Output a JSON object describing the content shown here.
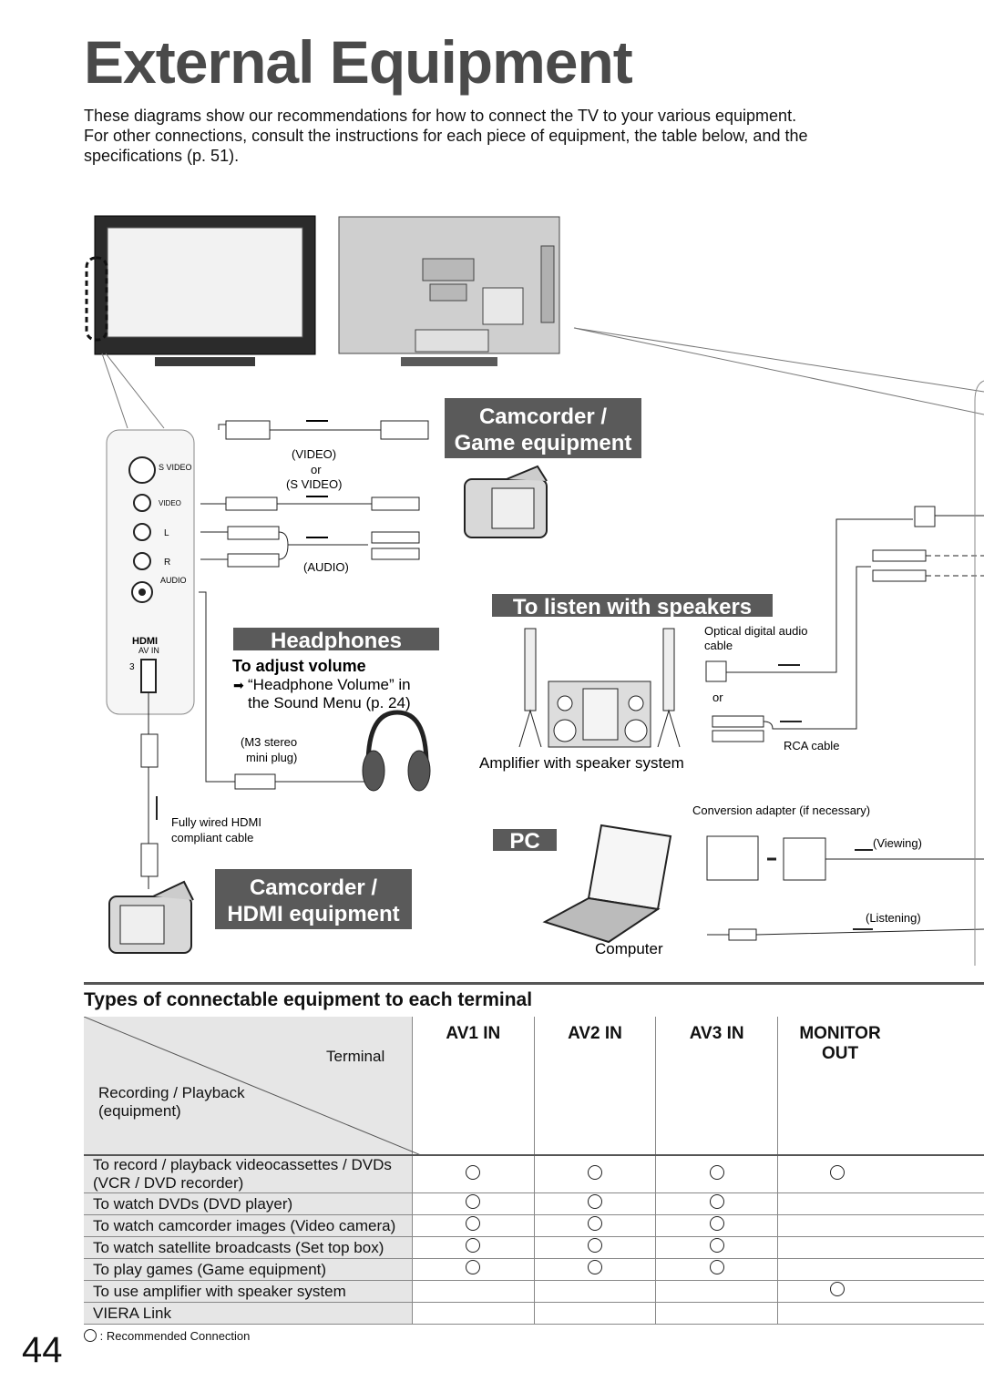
{
  "page": {
    "title": "External Equipment",
    "intro": [
      "These diagrams show our recommendations for how to connect the TV to your various equipment.",
      "For other connections, consult the instructions for each piece of equipment, the table below, and the",
      "specifications (p. 51)."
    ],
    "page_number": "44"
  },
  "diagram": {
    "side_panel": {
      "s_video_label": "S VIDEO",
      "video_label": "VIDEO",
      "l_label": "L",
      "r_label": "R",
      "audio_label": "AUDIO",
      "hdmi_logo": "HDMI",
      "av_in_label": "AV IN",
      "port_number": "3"
    },
    "cable_labels": {
      "video": "(VIDEO)",
      "or": "or",
      "s_video": "(S VIDEO)",
      "audio": "(AUDIO)",
      "m3_line1": "(M3 stereo",
      "m3_line2": "mini plug)",
      "hdmi_line1": "Fully wired HDMI",
      "hdmi_line2": "compliant cable",
      "optical_line1": "Optical digital audio",
      "optical_line2": "cable",
      "or2": "or",
      "rca": "RCA cable",
      "amp": "Amplifier with speaker system",
      "conversion": "Conversion adapter (if necessary)",
      "viewing": "(Viewing)",
      "listening": "(Listening)",
      "computer": "Computer"
    },
    "sections": {
      "camcorder_game_line1": "Camcorder /",
      "camcorder_game_line2": "Game equipment",
      "speakers": "To listen with speakers",
      "headphones": "Headphones",
      "adjust_title": "To adjust volume",
      "adjust_line1": "“Headphone Volume” in",
      "adjust_line2": "the Sound Menu (p. 24)",
      "pc": "PC",
      "camcorder_hdmi_line1": "Camcorder /",
      "camcorder_hdmi_line2": "HDMI equipment"
    }
  },
  "table": {
    "title": "Types of connectable equipment to each terminal",
    "corner_terminal": "Terminal",
    "corner_equipment_line1": "Recording / Playback",
    "corner_equipment_line2": "(equipment)",
    "columns": [
      "AV1 IN",
      "AV2 IN",
      "AV3 IN",
      "MONITOR OUT"
    ],
    "rows": [
      {
        "label": "To record / playback videocassettes / DVDs",
        "label2": "(VCR / DVD recorder)",
        "marks": [
          true,
          true,
          true,
          true
        ]
      },
      {
        "label": "To watch DVDs (DVD player)",
        "label2": "",
        "marks": [
          true,
          true,
          true,
          false
        ]
      },
      {
        "label": "To watch camcorder images (Video camera)",
        "label2": "",
        "marks": [
          true,
          true,
          true,
          false
        ]
      },
      {
        "label": "To watch satellite broadcasts (Set top box)",
        "label2": "",
        "marks": [
          true,
          true,
          true,
          false
        ]
      },
      {
        "label": "To play games (Game equipment)",
        "label2": "",
        "marks": [
          true,
          true,
          true,
          false
        ]
      },
      {
        "label": "To use amplifier with speaker system",
        "label2": "",
        "marks": [
          false,
          false,
          false,
          true
        ]
      },
      {
        "label": "VIERA Link",
        "label2": "",
        "marks": [
          false,
          false,
          false,
          false
        ]
      }
    ],
    "legend": ": Recommended Connection"
  }
}
